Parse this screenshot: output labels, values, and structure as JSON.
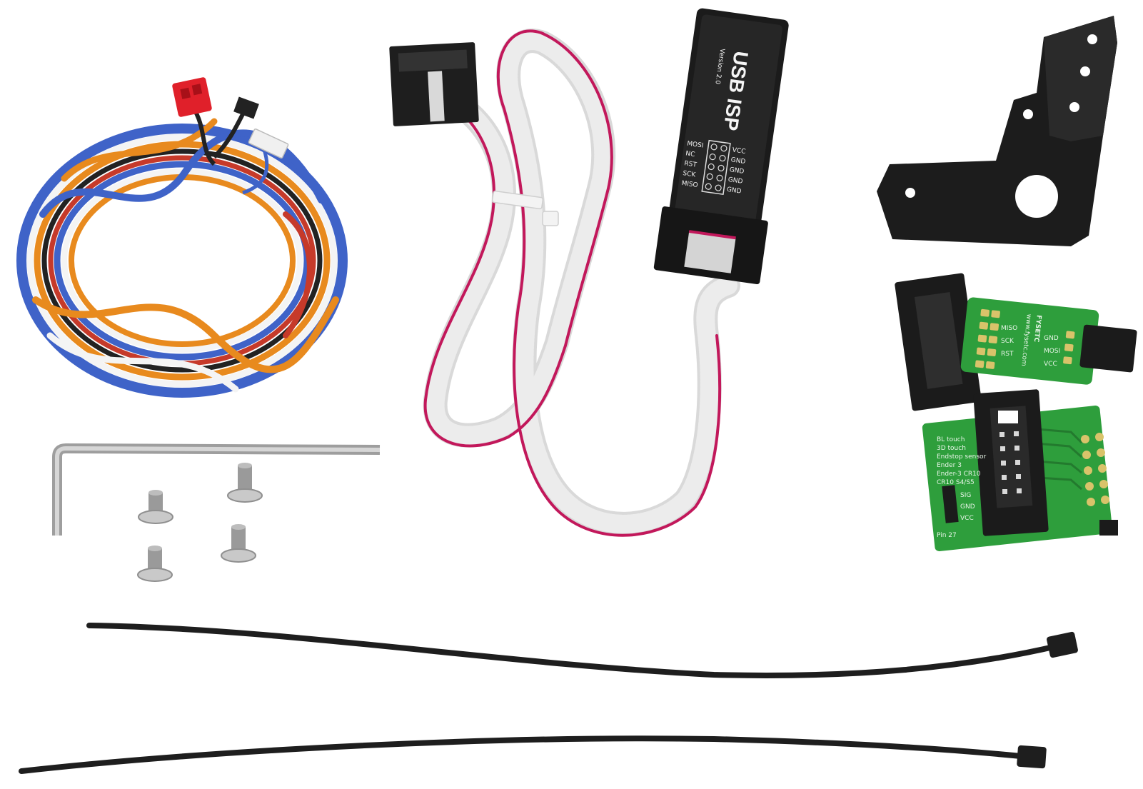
{
  "colors": {
    "background": "#ffffff",
    "black_plastic": "#1b1b1b",
    "ribbon_gray": "#d9d9d9",
    "ribbon_red_stripe": "#c2185b",
    "pcb_green": "#2e9e3c",
    "metal": "#b9b9b9",
    "wire_blue": "#3f63c8",
    "wire_orange": "#e88a1e",
    "wire_red": "#c63a2a",
    "wire_black": "#222222",
    "wire_white": "#f4f4f4",
    "red_connector": "#e0202a"
  },
  "usb_isp": {
    "title": "USB ISP",
    "version": "Version 2.0",
    "pin_labels_left": [
      "MOSI",
      "NC",
      "RST",
      "SCK",
      "MISO"
    ],
    "pin_labels_right": [
      "VCC",
      "GND",
      "GND",
      "GND",
      "GND"
    ]
  },
  "adapter_board": {
    "brand": "FYSETC",
    "url": "www.fysetc.com",
    "pins_left": [
      "MISO",
      "SCK",
      "RST"
    ],
    "pins_right": [
      "GND",
      "MOSI",
      "VCC"
    ]
  },
  "bltouch_board": {
    "lines": [
      "BL touch",
      "3D touch",
      "Endstop sensor",
      "Ender 3",
      "Ender-3 CR10",
      "CR10 S4/S5"
    ],
    "pins": [
      "SIG",
      "GND",
      "VCC"
    ],
    "pin_ref": "Pin 27"
  },
  "icons": [
    "wire-harness-icon",
    "ribbon-cable-icon",
    "usb-isp-programmer-icon",
    "mounting-bracket-icon",
    "isp-adapter-board-icon",
    "bltouch-adapter-board-icon",
    "hex-key-icon",
    "screw-icon",
    "cable-tie-icon"
  ]
}
